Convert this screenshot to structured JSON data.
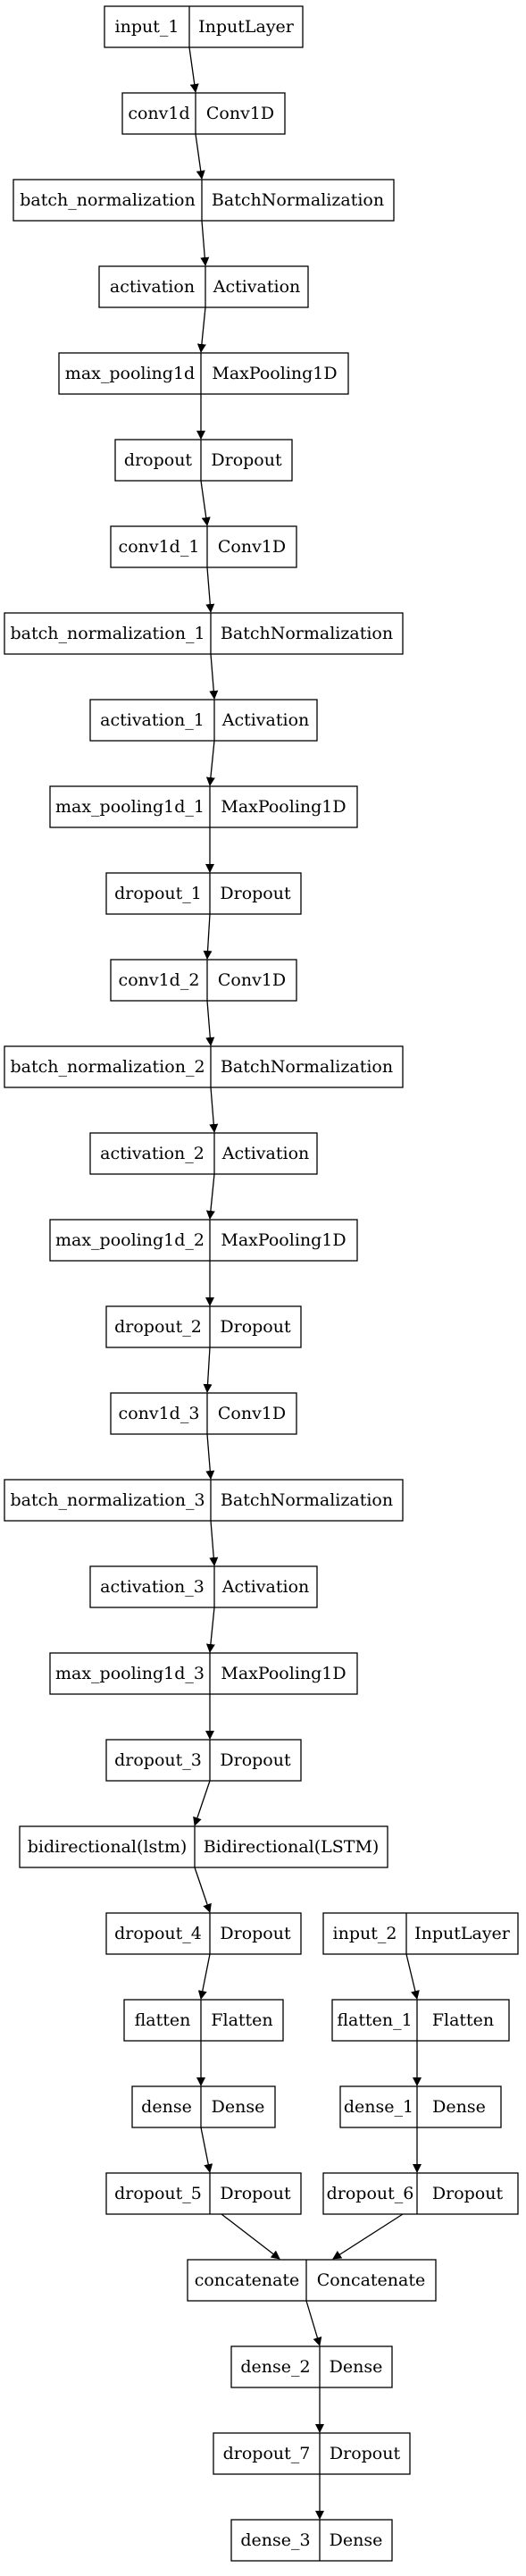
{
  "diagram": {
    "nodes": [
      {
        "id": "input_1",
        "name": "input_1",
        "type": "InputLayer"
      },
      {
        "id": "conv1d",
        "name": "conv1d",
        "type": "Conv1D"
      },
      {
        "id": "batch_normalization",
        "name": "batch_normalization",
        "type": "BatchNormalization"
      },
      {
        "id": "activation",
        "name": "activation",
        "type": "Activation"
      },
      {
        "id": "max_pooling1d",
        "name": "max_pooling1d",
        "type": "MaxPooling1D"
      },
      {
        "id": "dropout",
        "name": "dropout",
        "type": "Dropout"
      },
      {
        "id": "conv1d_1",
        "name": "conv1d_1",
        "type": "Conv1D"
      },
      {
        "id": "batch_normalization_1",
        "name": "batch_normalization_1",
        "type": "BatchNormalization"
      },
      {
        "id": "activation_1",
        "name": "activation_1",
        "type": "Activation"
      },
      {
        "id": "max_pooling1d_1",
        "name": "max_pooling1d_1",
        "type": "MaxPooling1D"
      },
      {
        "id": "dropout_1",
        "name": "dropout_1",
        "type": "Dropout"
      },
      {
        "id": "conv1d_2",
        "name": "conv1d_2",
        "type": "Conv1D"
      },
      {
        "id": "batch_normalization_2",
        "name": "batch_normalization_2",
        "type": "BatchNormalization"
      },
      {
        "id": "activation_2",
        "name": "activation_2",
        "type": "Activation"
      },
      {
        "id": "max_pooling1d_2",
        "name": "max_pooling1d_2",
        "type": "MaxPooling1D"
      },
      {
        "id": "dropout_2",
        "name": "dropout_2",
        "type": "Dropout"
      },
      {
        "id": "conv1d_3",
        "name": "conv1d_3",
        "type": "Conv1D"
      },
      {
        "id": "batch_normalization_3",
        "name": "batch_normalization_3",
        "type": "BatchNormalization"
      },
      {
        "id": "activation_3",
        "name": "activation_3",
        "type": "Activation"
      },
      {
        "id": "max_pooling1d_3",
        "name": "max_pooling1d_3",
        "type": "MaxPooling1D"
      },
      {
        "id": "dropout_3",
        "name": "dropout_3",
        "type": "Dropout"
      },
      {
        "id": "bidirectional",
        "name": "bidirectional(lstm)",
        "type": "Bidirectional(LSTM)"
      },
      {
        "id": "dropout_4",
        "name": "dropout_4",
        "type": "Dropout"
      },
      {
        "id": "flatten",
        "name": "flatten",
        "type": "Flatten"
      },
      {
        "id": "dense",
        "name": "dense",
        "type": "Dense"
      },
      {
        "id": "dropout_5",
        "name": "dropout_5",
        "type": "Dropout"
      },
      {
        "id": "input_2",
        "name": "input_2",
        "type": "InputLayer"
      },
      {
        "id": "flatten_1",
        "name": "flatten_1",
        "type": "Flatten"
      },
      {
        "id": "dense_1",
        "name": "dense_1",
        "type": "Dense"
      },
      {
        "id": "dropout_6",
        "name": "dropout_6",
        "type": "Dropout"
      },
      {
        "id": "concatenate",
        "name": "concatenate",
        "type": "Concatenate"
      },
      {
        "id": "dense_2",
        "name": "dense_2",
        "type": "Dense"
      },
      {
        "id": "dropout_7",
        "name": "dropout_7",
        "type": "Dropout"
      },
      {
        "id": "dense_3",
        "name": "dense_3",
        "type": "Dense"
      }
    ],
    "edges": [
      [
        "input_1",
        "conv1d"
      ],
      [
        "conv1d",
        "batch_normalization"
      ],
      [
        "batch_normalization",
        "activation"
      ],
      [
        "activation",
        "max_pooling1d"
      ],
      [
        "max_pooling1d",
        "dropout"
      ],
      [
        "dropout",
        "conv1d_1"
      ],
      [
        "conv1d_1",
        "batch_normalization_1"
      ],
      [
        "batch_normalization_1",
        "activation_1"
      ],
      [
        "activation_1",
        "max_pooling1d_1"
      ],
      [
        "max_pooling1d_1",
        "dropout_1"
      ],
      [
        "dropout_1",
        "conv1d_2"
      ],
      [
        "conv1d_2",
        "batch_normalization_2"
      ],
      [
        "batch_normalization_2",
        "activation_2"
      ],
      [
        "activation_2",
        "max_pooling1d_2"
      ],
      [
        "max_pooling1d_2",
        "dropout_2"
      ],
      [
        "dropout_2",
        "conv1d_3"
      ],
      [
        "conv1d_3",
        "batch_normalization_3"
      ],
      [
        "batch_normalization_3",
        "activation_3"
      ],
      [
        "activation_3",
        "max_pooling1d_3"
      ],
      [
        "max_pooling1d_3",
        "dropout_3"
      ],
      [
        "dropout_3",
        "bidirectional"
      ],
      [
        "bidirectional",
        "dropout_4"
      ],
      [
        "dropout_4",
        "flatten"
      ],
      [
        "flatten",
        "dense"
      ],
      [
        "dense",
        "dropout_5"
      ],
      [
        "input_2",
        "flatten_1"
      ],
      [
        "flatten_1",
        "dense_1"
      ],
      [
        "dense_1",
        "dropout_6"
      ],
      [
        "dropout_5",
        "concatenate"
      ],
      [
        "dropout_6",
        "concatenate"
      ],
      [
        "concatenate",
        "dense_2"
      ],
      [
        "dense_2",
        "dropout_7"
      ],
      [
        "dropout_7",
        "dense_3"
      ]
    ]
  }
}
